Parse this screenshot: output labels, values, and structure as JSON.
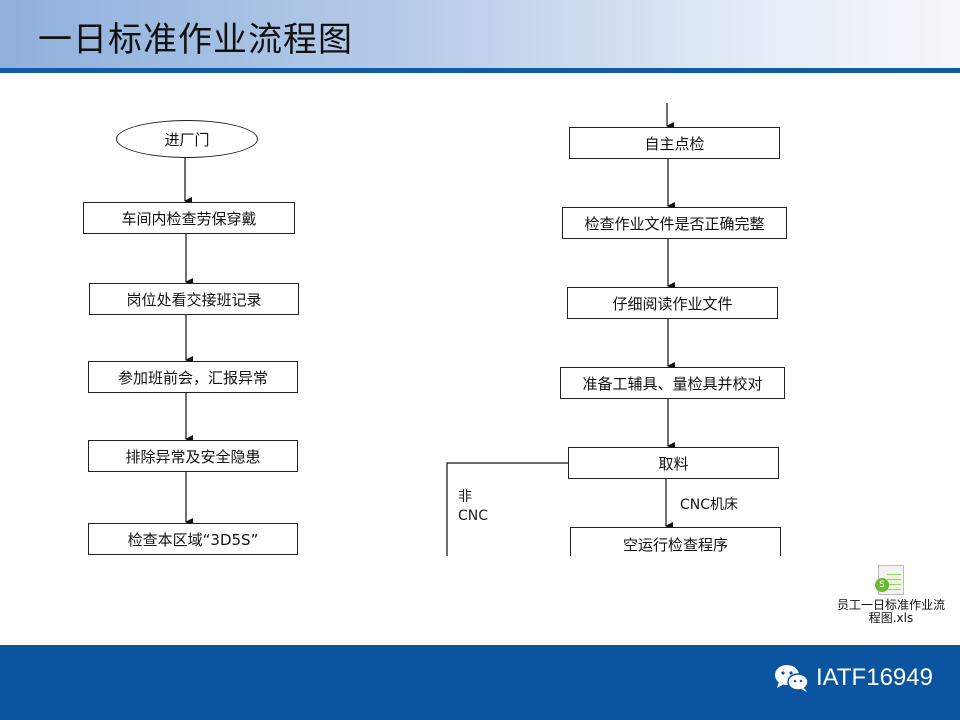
{
  "header": {
    "title": "一日标准作业流程图"
  },
  "left_flow": [
    "进厂门",
    "车间内检查劳保穿戴",
    "岗位处看交接班记录",
    "参加班前会，汇报异常",
    "排除异常及安全隐患",
    "检查本区域“3D5S”"
  ],
  "right_flow": [
    "自主点检",
    "检查作业文件是否正确完整",
    "仔细阅读作业文件",
    "准备工辅具、量检具并校对",
    "取料",
    "空运行检查程序"
  ],
  "branch_labels": {
    "cnc": "CNC机床",
    "non_cnc": "非CNC"
  },
  "attachment": {
    "name": "员工一日标准作业流程图.xls",
    "icon": "spreadsheet-file-icon"
  },
  "footer": {
    "brand": "IATF16949",
    "icon": "wechat-icon"
  },
  "colors": {
    "header_line": "#0f5ba6",
    "footer": "#0b55a0"
  }
}
